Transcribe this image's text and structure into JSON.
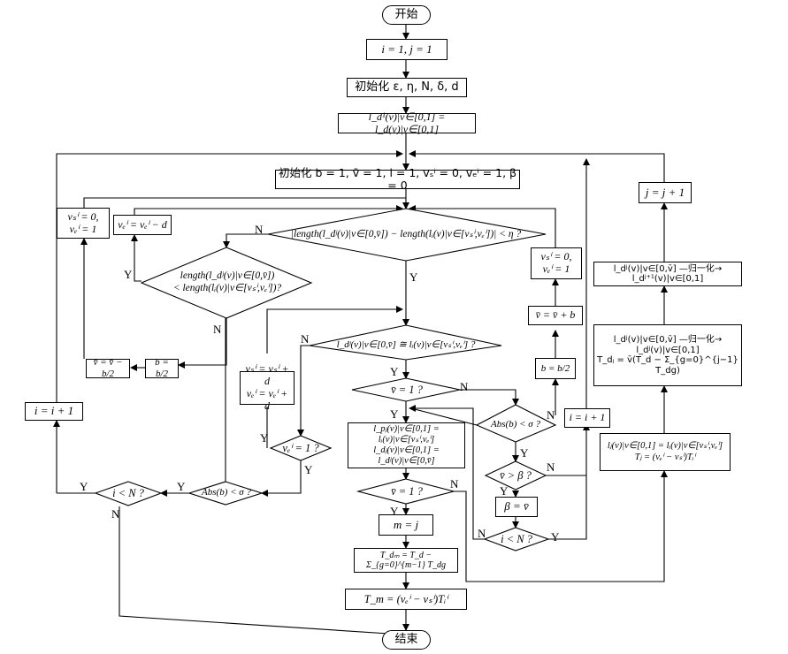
{
  "nodes": {
    "start": "开始",
    "init_ij": "i = 1, j = 1",
    "init_params": "初始化 ε, η, N, δ, d",
    "set_ld": "l_d¹(v)|v∈[0,1] = l_d(v)|v∈[0,1]",
    "init_b": "初始化 b = 1, v̄ = 1, i = 1, vₛⁱ = 0, vₑⁱ = 1, β = 0",
    "dec_length_eta": "|length(l_dʲ(v)|v∈[0,v̄]) − length(lᵢ(v)|v∈[vₛⁱ,vₑⁱ])| < η ?",
    "dec_length_lt": "length(l_dʲ(v)|v∈[0,v̄])\n< length(lᵢ(v)|v∈[vₛⁱ,vₑⁱ])?",
    "dec_similar": "l_dʲ(v)|v∈[0,v̄] ≅ lᵢ(v)|v∈[vₛⁱ,vₑⁱ] ?",
    "dec_vbar1_a": "v̄ = 1 ?",
    "dec_vbar1_b": "v̄ = 1 ?",
    "dec_ve1": "vₑⁱ = 1 ?",
    "dec_abs_left": "Abs(b) < σ ?",
    "dec_abs_right": "Abs(b) < σ ?",
    "dec_i_lt_N_left": "i < N ?",
    "dec_i_lt_N_right": "i < N ?",
    "dec_vbar_gt_beta": "v̄ > β ?",
    "box_vs0_ve1_left": "vₛⁱ = 0,\nvₑⁱ = 1",
    "box_ve_minus_d": "vₑⁱ = vₑⁱ − d",
    "box_vbar_minus": "v̄ = v̄ − b/2",
    "box_b_half_left": "b = b/2",
    "box_v_plus_d": "vₛⁱ = vₛⁱ + d\nvₑⁱ = vₑⁱ + d",
    "box_i_plus_left": "i = i + 1",
    "box_vs0_ve1_right": "vₛⁱ = 0,\nvₑⁱ = 1",
    "box_vbar_plus_b": "v̄ = v̄ + b",
    "box_b_half_right": "b = b/2",
    "box_i_plus_right": "i = i + 1",
    "box_beta": "β = v̄",
    "box_assign_l": "l_pⱼ(v)|v∈[0,1] = lᵢ(v)|v∈[vₛⁱ,vₑⁱ]\nl_dⱼ(v)|v∈[0,1] = l_dʲ(v)|v∈[0,v̄]",
    "box_m_j": "m = j",
    "box_T_dm": "T_dₘ = T_d − Σ_{g=0}^{m−1} T_dg",
    "box_T_m": "T_m = (vₑⁱ − vₛⁱ)Tᵢⁱ",
    "end": "结束",
    "box_j_plus": "j = j + 1",
    "box_normalize": "l_dʲ(v)|v∈[0,v̄] —归一化→ l_dʲ⁺¹(v)|v∈[0,1]",
    "box_normalize_T": "l_dʲ(v)|v∈[0,v̄] —归一化→ l_dʲ(v)|v∈[0,1]\nT_dⱼ = v̄(T_d − Σ_{g=0}^{j−1} T_dg)",
    "box_Tj": "lⱼ(v)|v∈[0,1] = lᵢ(v)|v∈[vₛⁱ,vₑⁱ]\nTⱼ = (vₑⁱ − vₛⁱ)Tᵢⁱ"
  },
  "labels": {
    "yes": "Y",
    "no": "N"
  }
}
